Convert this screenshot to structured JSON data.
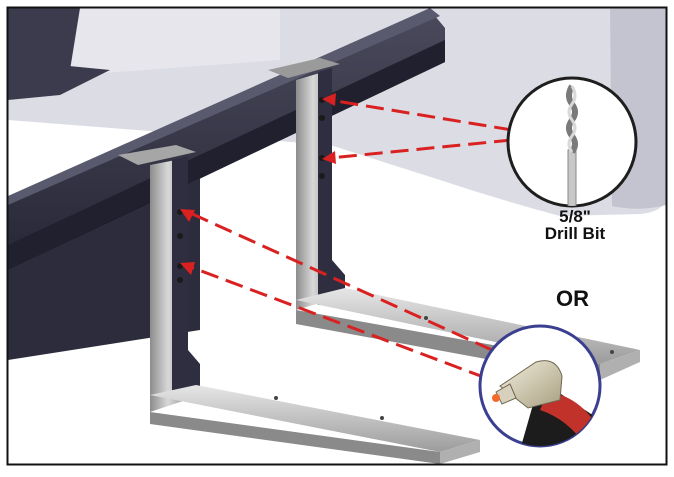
{
  "labels": {
    "drill_size": "5/8\"",
    "drill_name": "Drill Bit",
    "alternative": "OR"
  },
  "colors": {
    "beam": "#262636",
    "arrow": "#d92121",
    "bracket": "#b6b6b6",
    "frame_border": "#111111",
    "inset_border": "#1e1e1e",
    "cutter_inset_border": "#3a3f8f"
  },
  "icons": {
    "drill": "drill-bit-icon",
    "cutter": "plasma-cutter-icon"
  }
}
